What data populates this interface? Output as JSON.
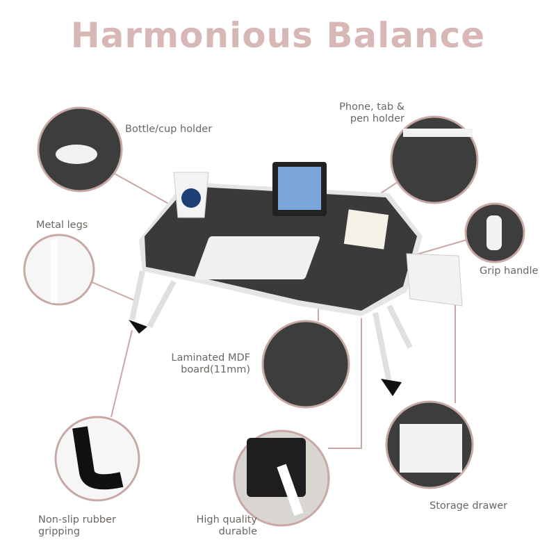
{
  "title": "Harmonious Balance",
  "labels": {
    "bottle": "Bottle/cup holder",
    "phone_1": "Phone, tab &",
    "phone_2": "pen holder",
    "legs": "Metal legs",
    "grip": "Grip handle",
    "mdf_1": "Laminated MDF",
    "mdf_2": "board(11mm)",
    "nonslip_1": "Non-slip rubber",
    "nonslip_2": "gripping",
    "quality_1": "High quality",
    "quality_2": "durable",
    "drawer": "Storage drawer"
  },
  "colors": {
    "title": "#d7b8b6",
    "circle_border": "#c8a8a5",
    "text": "#6b6661",
    "board": "#3a3a3a"
  }
}
